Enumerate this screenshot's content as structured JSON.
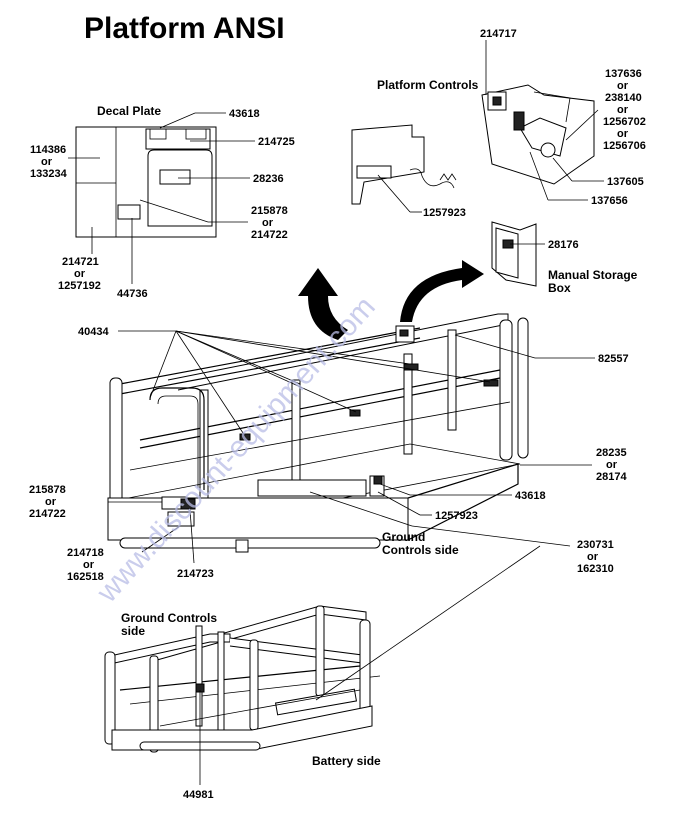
{
  "title": "Platform  ANSI",
  "watermark": "www.discount-equipment.com",
  "sections": {
    "decal_plate": "Decal Plate",
    "platform_controls": "Platform Controls",
    "manual_storage_1": "Manual Storage",
    "manual_storage_2": "Box",
    "ground_controls_side_1": "Ground",
    "ground_controls_side_2": "Controls side",
    "ground_controls_side_b1": "Ground Controls",
    "ground_controls_side_b2": "side",
    "battery_side": "Battery side"
  },
  "labels": {
    "l43618_top": "43618",
    "l214725": "214725",
    "l114386": "114386",
    "l114386_or": "or",
    "l133234": "133234",
    "l28236": "28236",
    "l215878_top": "215878",
    "l215878_top_or": "or",
    "l214722_top": "214722",
    "l214721": "214721",
    "l214721_or": "or",
    "l1257192": "1257192",
    "l44736": "44736",
    "l214717": "214717",
    "l137636": "137636",
    "l137636_or1": "or",
    "l238140": "238140",
    "l238140_or": "or",
    "l1256702": "1256702",
    "l1256702_or": "or",
    "l1256706": "1256706",
    "l137605": "137605",
    "l137656": "137656",
    "l1257923_top": "1257923",
    "l28176": "28176",
    "l40434": "40434",
    "l82557": "82557",
    "l28235": "28235",
    "l28235_or": "or",
    "l28174": "28174",
    "l43618_mid": "43618",
    "l1257923_mid": "1257923",
    "l215878_mid": "215878",
    "l215878_mid_or": "or",
    "l214722_mid": "214722",
    "l214718": "214718",
    "l214718_or": "or",
    "l162518": "162518",
    "l214723": "214723",
    "l230731": "230731",
    "l230731_or": "or",
    "l162310": "162310",
    "l44981": "44981"
  }
}
